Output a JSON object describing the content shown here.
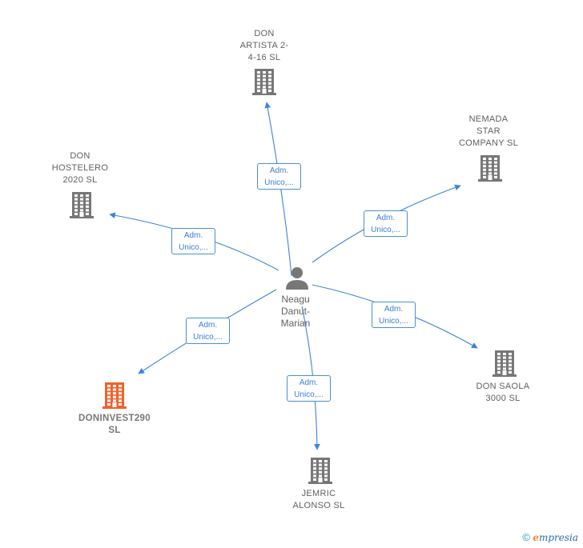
{
  "center": {
    "label": "Neagu\nDanut-\nMarian"
  },
  "companies": [
    {
      "id": "don-artista",
      "label": "DON\nARTISTA 2-\n4-16  SL",
      "highlight": false
    },
    {
      "id": "nemada-star",
      "label": "NEMADA\nSTAR\nCOMPANY  SL",
      "highlight": false
    },
    {
      "id": "don-hostelero",
      "label": "DON\nHOSTELERO\n2020  SL",
      "highlight": false
    },
    {
      "id": "don-saola",
      "label": "DON SAOLA\n3000  SL",
      "highlight": false
    },
    {
      "id": "doninvest",
      "label": "DONINVEST290\nSL",
      "highlight": true
    },
    {
      "id": "jemric",
      "label": "JEMRIC\nALONSO  SL",
      "highlight": false
    }
  ],
  "edges": [
    {
      "label": "Adm.\nUnico,...",
      "to": "don-artista"
    },
    {
      "label": "Adm.\nUnico,...",
      "to": "nemada-star"
    },
    {
      "label": "Adm.\nUnico,...",
      "to": "don-hostelero"
    },
    {
      "label": "Adm.\nUnico,...",
      "to": "don-saola"
    },
    {
      "label": "Adm.\nUnico,...",
      "to": "doninvest"
    },
    {
      "label": "Adm.\nUnico,...",
      "to": "jemric"
    }
  ],
  "colors": {
    "building": "#777777",
    "highlight": "#f0622a",
    "edge": "#3c84d8",
    "person": "#777777"
  },
  "footer": {
    "copyright": "©",
    "brand_initial": "e",
    "brand_rest": "mpresia"
  }
}
